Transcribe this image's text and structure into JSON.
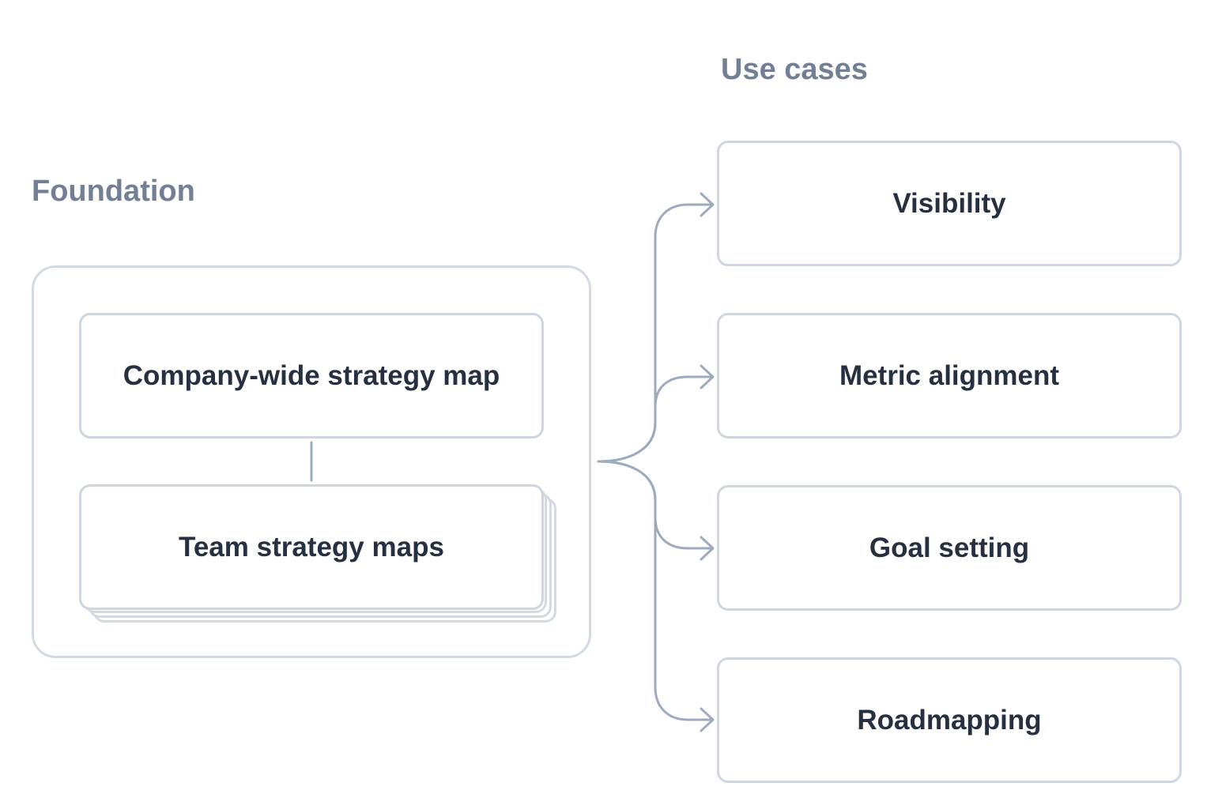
{
  "labels": {
    "foundation": "Foundation",
    "use_cases": "Use cases"
  },
  "foundation": {
    "company_map": "Company-wide strategy map",
    "team_maps": "Team strategy maps"
  },
  "use_cases": [
    {
      "label": "Visibility"
    },
    {
      "label": "Metric alignment"
    },
    {
      "label": "Goal setting"
    },
    {
      "label": "Roadmapping"
    }
  ],
  "colors": {
    "border": "#cfd6e1",
    "connector": "#9eabbd",
    "label": "#737f94",
    "text": "#263041"
  }
}
